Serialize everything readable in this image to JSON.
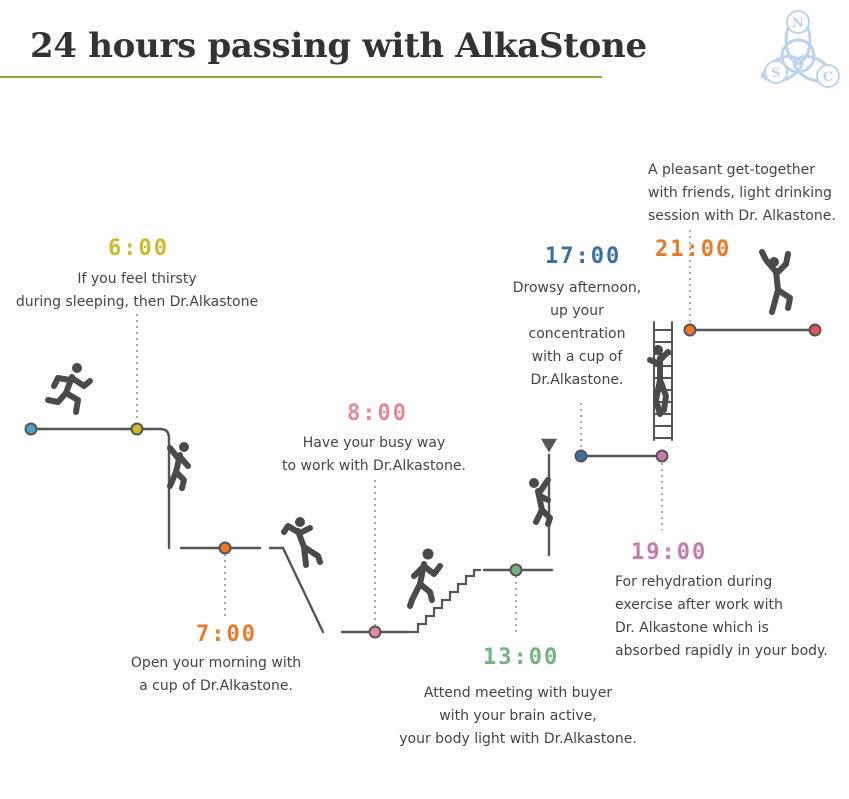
{
  "title": "24 hours passing with AlkaStone",
  "logo": {
    "letters": [
      "N",
      "S",
      "C"
    ],
    "color": "#bcd3ef"
  },
  "colors": {
    "line": "#555555",
    "dotted": "#aaaaaa",
    "figure": "#4a4a4a",
    "blue": "#4aa3c9",
    "yellow": "#cdbb2a",
    "orange": "#ea7a2a",
    "pink": "#e28c97",
    "green": "#74b37f",
    "navy": "#3d6ea3",
    "magenta": "#c77aa7",
    "red": "#e0535c",
    "title_rule": "#9aa341"
  },
  "events": [
    {
      "time": "6:00",
      "color": "#cdbb2a",
      "lines": [
        "If you feel thirsty",
        "during sleeping, then Dr.Alkastone"
      ]
    },
    {
      "time": "7:00",
      "color": "#ea7a2a",
      "lines": [
        "Open your morning with",
        "a cup of Dr.Alkastone."
      ]
    },
    {
      "time": "8:00",
      "color": "#e28c97",
      "lines": [
        "Have your busy way",
        "to work with Dr.Alkastone."
      ]
    },
    {
      "time": "13:00",
      "color": "#74b37f",
      "lines": [
        "Attend meeting with buyer",
        "with your brain active,",
        "your body light with Dr.Alkastone."
      ]
    },
    {
      "time": "17:00",
      "color": "#3d6ea3",
      "lines": [
        "Drowsy afternoon,",
        "up your",
        "concentration",
        "with a cup of",
        "Dr.Alkastone."
      ]
    },
    {
      "time": "19:00",
      "color": "#c77aa7",
      "lines": [
        "For rehydration during",
        "exercise after work with",
        "Dr. Alkastone which is",
        "absorbed rapidly in your body."
      ]
    },
    {
      "time": "21:00",
      "color": "#ea7a2a",
      "lines": [
        "A pleasant get-together",
        "with friends, light drinking",
        "session with Dr. Alkastone."
      ]
    }
  ],
  "figures": [
    "runner-icon",
    "climber-icon",
    "jumper-icon",
    "stair-climber-icon",
    "rope-climber-icon",
    "ladder-climber-icon",
    "cheering-person-icon"
  ]
}
